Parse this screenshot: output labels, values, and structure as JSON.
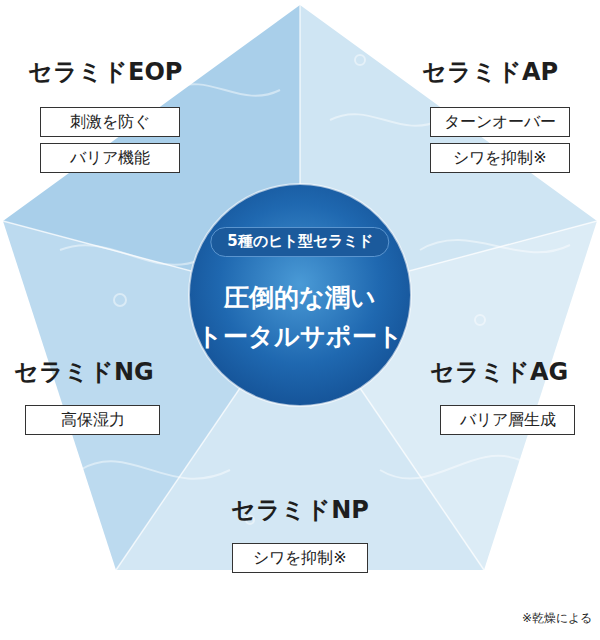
{
  "diagram": {
    "nodes": [
      {
        "text": [
          "刺激を防ぐ"
        ]
      },
      {
        "text": [
          "バリア機能"
        ]
      },
      {
        "text": [
          "ターンオーバー"
        ]
      },
      {
        "text": [
          "シワを抑制※"
        ]
      },
      {
        "text": [
          "圧倒的な潤い トータルサポート"
        ]
      },
      {
        "text": [
          "5種のヒト型セラミド"
        ],
        "in": 4
      },
      {
        "text": [
          "高保湿力"
        ]
      },
      {
        "text": [
          "バリア層生成"
        ]
      },
      {
        "text": [
          "シワを抑制※"
        ]
      }
    ],
    "labels": [
      "セラミドEOP",
      "セラミドAP",
      "セラミドNG",
      "セラミドAG",
      "セラミドNP",
      "※乾燥による"
    ]
  }
}
